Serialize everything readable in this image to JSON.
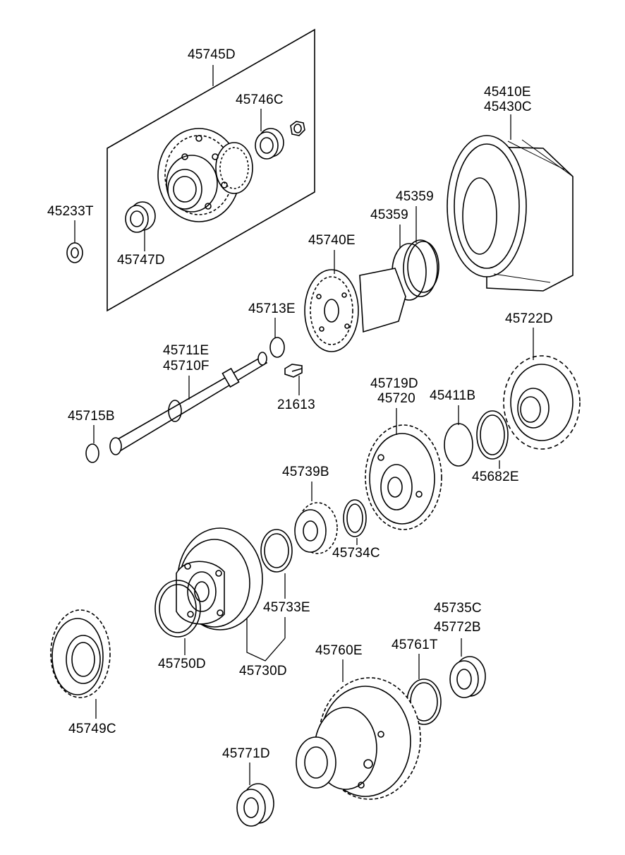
{
  "labels": {
    "l_45745D": "45745D",
    "l_45746C": "45746C",
    "l_45410E": "45410E",
    "l_45430C": "45430C",
    "l_45233T": "45233T",
    "l_45747D": "45747D",
    "l_45359a": "45359",
    "l_45359b": "45359",
    "l_45740E": "45740E",
    "l_45713E": "45713E",
    "l_45722D": "45722D",
    "l_45711E": "45711E",
    "l_45710F": "45710F",
    "l_21613": "21613",
    "l_45715B": "45715B",
    "l_45719D": "45719D",
    "l_45720": "45720",
    "l_45411B": "45411B",
    "l_45682E": "45682E",
    "l_45739B": "45739B",
    "l_45734C": "45734C",
    "l_45733E": "45733E",
    "l_45750D": "45750D",
    "l_45730D": "45730D",
    "l_45735C": "45735C",
    "l_45772B": "45772B",
    "l_45761T": "45761T",
    "l_45760E": "45760E",
    "l_45749C": "45749C",
    "l_45771D": "45771D"
  }
}
